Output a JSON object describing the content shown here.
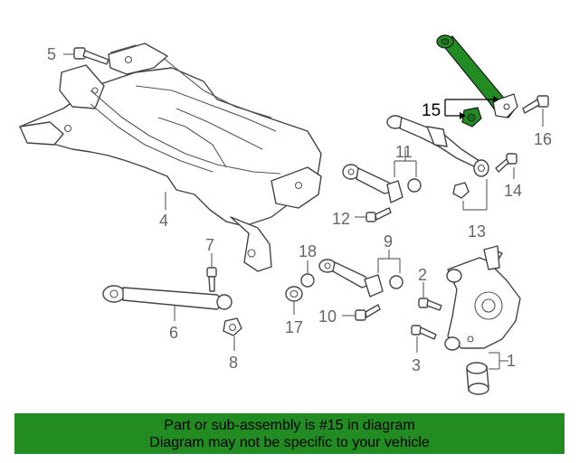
{
  "callouts": {
    "c1": "1",
    "c2": "2",
    "c3": "3",
    "c4": "4",
    "c5": "5",
    "c6": "6",
    "c7": "7",
    "c8": "8",
    "c9": "9",
    "c10": "10",
    "c11": "11",
    "c12": "12",
    "c13": "13",
    "c14": "14",
    "c15": "15",
    "c16": "16",
    "c17": "17",
    "c18": "18"
  },
  "banner": {
    "line1": "Part or sub-assembly is #15 in diagram",
    "line2": "Diagram may not be specific to your vehicle"
  },
  "colors": {
    "highlight": "#228b22",
    "banner_bg": "#228b22",
    "linework": "#444444",
    "callout_text": "#666666"
  }
}
